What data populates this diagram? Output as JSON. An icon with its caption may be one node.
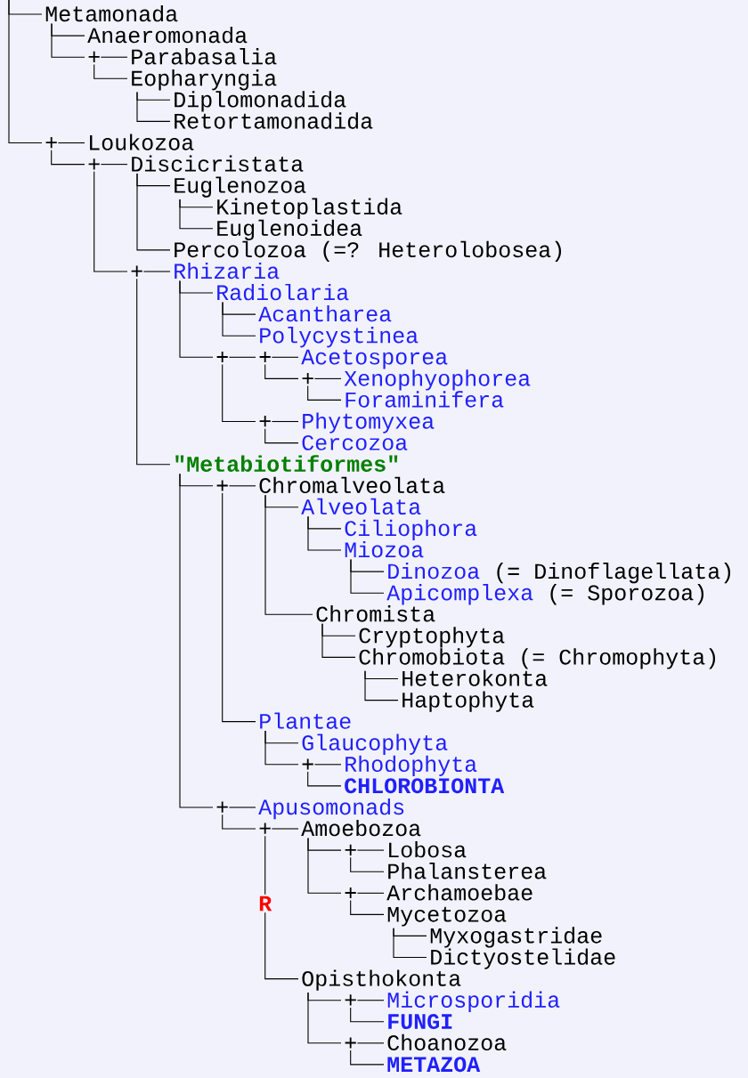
{
  "diagram": {
    "nodes": [
      {
        "text": [
          "Metamonada"
        ]
      },
      {
        "text": [
          "Anaeromonada"
        ]
      },
      {
        "text": [
          "+"
        ]
      },
      {
        "text": [
          "Parabasalia"
        ]
      },
      {
        "text": [
          "Eopharyngia"
        ]
      },
      {
        "text": [
          "Diplomonadida"
        ]
      },
      {
        "text": [
          "Retortamonadida"
        ]
      },
      {
        "text": [
          "+"
        ]
      },
      {
        "text": [
          "Loukozoa"
        ]
      },
      {
        "text": [
          "+"
        ]
      },
      {
        "text": [
          "Discicristata"
        ]
      },
      {
        "text": [
          "Euglenozoa"
        ]
      },
      {
        "text": [
          "Kinetoplastida"
        ]
      },
      {
        "text": [
          "Euglenoidea"
        ]
      },
      {
        "text": [
          "Percolozoa"
        ],
        "beside": [
          "(=? Heterolobosea)"
        ]
      },
      {
        "text": [
          "+"
        ]
      },
      {
        "text": [
          "Rhizaria"
        ]
      },
      {
        "text": [
          "Radiolaria"
        ]
      },
      {
        "text": [
          "Acantharea"
        ]
      },
      {
        "text": [
          "Polycystinea"
        ]
      },
      {
        "text": [
          "+"
        ]
      },
      {
        "text": [
          "+"
        ]
      },
      {
        "text": [
          "Acetosporea"
        ]
      },
      {
        "text": [
          "+"
        ]
      },
      {
        "text": [
          "Xenophyophorea"
        ]
      },
      {
        "text": [
          "Foraminifera"
        ]
      },
      {
        "text": [
          "+"
        ]
      },
      {
        "text": [
          "Phytomyxea"
        ]
      },
      {
        "text": [
          "Cercozoa"
        ]
      },
      {
        "text": [
          "\"Metabiotiformes\""
        ]
      },
      {
        "text": [
          "+"
        ]
      },
      {
        "text": [
          "Chromalveolata"
        ]
      },
      {
        "text": [
          "Alveolata"
        ]
      },
      {
        "text": [
          "Ciliophora"
        ]
      },
      {
        "text": [
          "Miozoa"
        ]
      },
      {
        "text": [
          "Dinozoa"
        ],
        "beside": [
          "(= Dinoflagellata)"
        ]
      },
      {
        "text": [
          "Apicomplexa"
        ],
        "beside": [
          "(= Sporozoa)"
        ]
      },
      {
        "text": [
          "Chromista"
        ]
      },
      {
        "text": [
          "Cryptophyta"
        ]
      },
      {
        "text": [
          "Chromobiota"
        ],
        "beside": [
          "(= Chromophyta)"
        ]
      },
      {
        "text": [
          "Heterokonta"
        ]
      },
      {
        "text": [
          "Haptophyta"
        ]
      },
      {
        "text": [
          "Plantae"
        ]
      },
      {
        "text": [
          "Glaucophyta"
        ]
      },
      {
        "text": [
          "+"
        ]
      },
      {
        "text": [
          "Rhodophyta"
        ]
      },
      {
        "text": [
          "CHLOROBIONTA"
        ]
      },
      {
        "text": [
          "+"
        ]
      },
      {
        "text": [
          "Apusomonads"
        ]
      },
      {
        "text": [
          "+"
        ]
      },
      {
        "text": [
          "Amoebozoa"
        ]
      },
      {
        "text": [
          "+"
        ]
      },
      {
        "text": [
          "Lobosa"
        ]
      },
      {
        "text": [
          "Phalansterea"
        ]
      },
      {
        "text": [
          "+"
        ]
      },
      {
        "text": [
          "Archamoebae"
        ]
      },
      {
        "text": [
          "Mycetozoa"
        ]
      },
      {
        "text": [
          "Myxogastridae"
        ]
      },
      {
        "text": [
          "Dictyostelidae"
        ]
      },
      {
        "text": [
          "Opisthokonta"
        ]
      },
      {
        "text": [
          "+"
        ]
      },
      {
        "text": [
          "Microsporidia"
        ]
      },
      {
        "text": [
          "FUNGI"
        ]
      },
      {
        "text": [
          "+"
        ]
      },
      {
        "text": [
          "Choanozoa"
        ]
      },
      {
        "text": [
          "METAZOA"
        ]
      }
    ],
    "edges": [
      {
        "from": null,
        "to": 0,
        "arrow": "none"
      },
      {
        "from": null,
        "to": 7,
        "arrow": "none"
      },
      {
        "from": 0,
        "to": 1,
        "arrow": "none"
      },
      {
        "from": 0,
        "to": 2,
        "arrow": "none"
      },
      {
        "from": 2,
        "to": 3,
        "arrow": "none"
      },
      {
        "from": 2,
        "to": 4,
        "arrow": "none"
      },
      {
        "from": 4,
        "to": 5,
        "arrow": "none"
      },
      {
        "from": 4,
        "to": 6,
        "arrow": "none"
      },
      {
        "from": 7,
        "to": 8,
        "arrow": "none"
      },
      {
        "from": 7,
        "to": 9,
        "arrow": "none"
      },
      {
        "from": 9,
        "to": 10,
        "arrow": "none"
      },
      {
        "from": 9,
        "to": 15,
        "arrow": "none"
      },
      {
        "from": 10,
        "to": 11,
        "arrow": "none"
      },
      {
        "from": 10,
        "to": 14,
        "arrow": "none"
      },
      {
        "from": 11,
        "to": 12,
        "arrow": "none"
      },
      {
        "from": 11,
        "to": 13,
        "arrow": "none"
      },
      {
        "from": 15,
        "to": 16,
        "arrow": "none"
      },
      {
        "from": 15,
        "to": 29,
        "arrow": "none"
      },
      {
        "from": 16,
        "to": 17,
        "arrow": "none"
      },
      {
        "from": 16,
        "to": 20,
        "arrow": "none"
      },
      {
        "from": 17,
        "to": 18,
        "arrow": "none"
      },
      {
        "from": 17,
        "to": 19,
        "arrow": "none"
      },
      {
        "from": 20,
        "to": 21,
        "arrow": "none"
      },
      {
        "from": 20,
        "to": 26,
        "arrow": "none"
      },
      {
        "from": 21,
        "to": 22,
        "arrow": "none"
      },
      {
        "from": 21,
        "to": 23,
        "arrow": "none"
      },
      {
        "from": 23,
        "to": 24,
        "arrow": "none"
      },
      {
        "from": 23,
        "to": 25,
        "arrow": "none"
      },
      {
        "from": 26,
        "to": 27,
        "arrow": "none"
      },
      {
        "from": 26,
        "to": 28,
        "arrow": "none"
      },
      {
        "from": 29,
        "to": 30,
        "arrow": "none"
      },
      {
        "from": 29,
        "to": 47,
        "arrow": "none"
      },
      {
        "from": 30,
        "to": 31,
        "arrow": "none"
      },
      {
        "from": 30,
        "to": 42,
        "arrow": "none"
      },
      {
        "from": 31,
        "to": 32,
        "arrow": "none"
      },
      {
        "from": 31,
        "to": 37,
        "arrow": "none"
      },
      {
        "from": 32,
        "to": 33,
        "arrow": "none"
      },
      {
        "from": 32,
        "to": 34,
        "arrow": "none"
      },
      {
        "from": 34,
        "to": 35,
        "arrow": "none"
      },
      {
        "from": 34,
        "to": 36,
        "arrow": "none"
      },
      {
        "from": 37,
        "to": 38,
        "arrow": "none"
      },
      {
        "from": 37,
        "to": 39,
        "arrow": "none"
      },
      {
        "from": 39,
        "to": 40,
        "arrow": "none"
      },
      {
        "from": 39,
        "to": 41,
        "arrow": "none"
      },
      {
        "from": 42,
        "to": 43,
        "arrow": "none"
      },
      {
        "from": 42,
        "to": 44,
        "arrow": "none"
      },
      {
        "from": 44,
        "to": 45,
        "arrow": "none"
      },
      {
        "from": 44,
        "to": 46,
        "arrow": "none"
      },
      {
        "from": 47,
        "to": 48,
        "arrow": "none"
      },
      {
        "from": 47,
        "to": 49,
        "arrow": "none"
      },
      {
        "from": 49,
        "to": 50,
        "arrow": "none"
      },
      {
        "from": 49,
        "to": 59,
        "arrow": "none",
        "label": "R"
      },
      {
        "from": 50,
        "to": 51,
        "arrow": "none"
      },
      {
        "from": 50,
        "to": 54,
        "arrow": "none"
      },
      {
        "from": 51,
        "to": 52,
        "arrow": "none"
      },
      {
        "from": 51,
        "to": 53,
        "arrow": "none"
      },
      {
        "from": 54,
        "to": 55,
        "arrow": "none"
      },
      {
        "from": 54,
        "to": 56,
        "arrow": "none"
      },
      {
        "from": 56,
        "to": 57,
        "arrow": "none"
      },
      {
        "from": 56,
        "to": 58,
        "arrow": "none"
      },
      {
        "from": 59,
        "to": 60,
        "arrow": "none"
      },
      {
        "from": 59,
        "to": 63,
        "arrow": "none"
      },
      {
        "from": 60,
        "to": 61,
        "arrow": "none"
      },
      {
        "from": 60,
        "to": 62,
        "arrow": "none"
      },
      {
        "from": 63,
        "to": 64,
        "arrow": "none"
      },
      {
        "from": 63,
        "to": 65,
        "arrow": "none"
      }
    ]
  }
}
